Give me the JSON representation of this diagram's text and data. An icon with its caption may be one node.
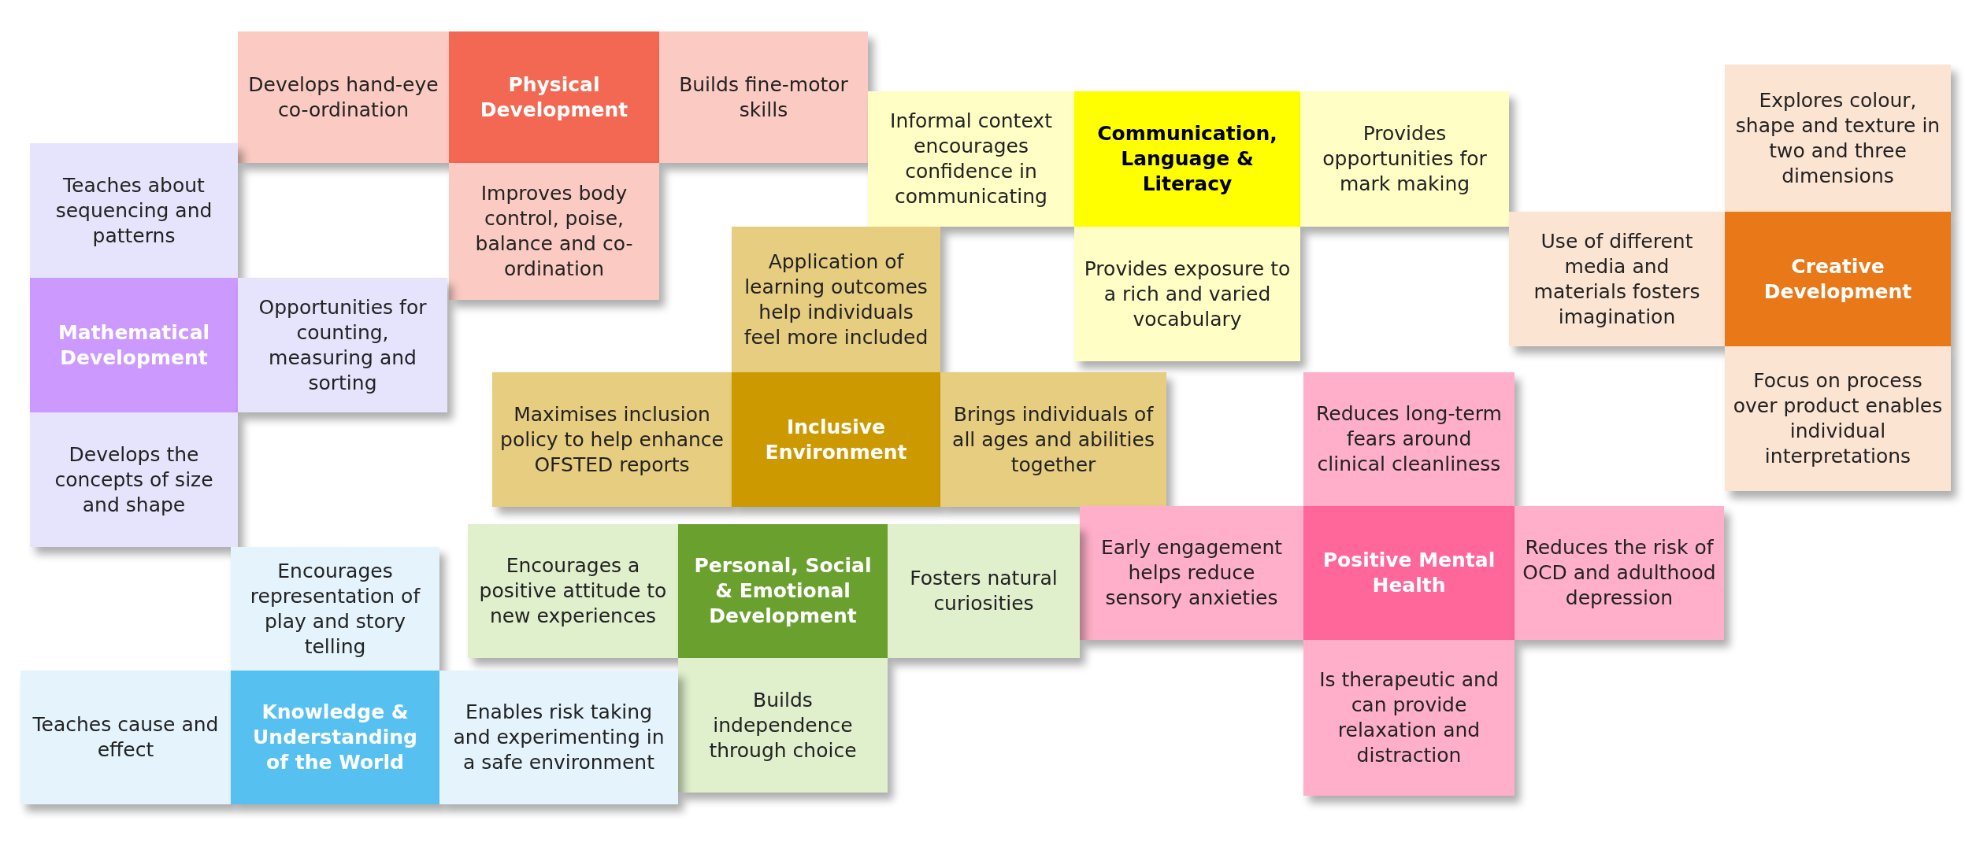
{
  "diagram": {
    "nodes": [
      {
        "text": [
          "Develops hand-eye co-ordination"
        ]
      },
      {
        "text": [
          "Physical Development"
        ]
      },
      {
        "text": [
          "Builds fine-motor skills"
        ]
      },
      {
        "text": [
          "Improves body control, poise, balance and co-ordination"
        ]
      },
      {
        "text": [
          "Teaches about sequencing and patterns"
        ]
      },
      {
        "text": [
          "Mathematical Development"
        ]
      },
      {
        "text": [
          "Opportunities for counting, measuring and sorting"
        ]
      },
      {
        "text": [
          "Develops the concepts of size and shape"
        ]
      },
      {
        "text": [
          "Informal context encourages confidence in communicating"
        ]
      },
      {
        "text": [
          "Communication, Language & Literacy"
        ]
      },
      {
        "text": [
          "Provides opportunities for mark making"
        ]
      },
      {
        "text": [
          "Provides exposure to a rich and varied vocabulary"
        ]
      },
      {
        "text": [
          "Explores colour, shape and texture in two and three dimensions"
        ]
      },
      {
        "text": [
          "Use of different media and materials fosters imagination"
        ]
      },
      {
        "text": [
          "Creative Development"
        ]
      },
      {
        "text": [
          "Focus on process over product enables individual interpretations"
        ]
      },
      {
        "text": [
          "Application of learning outcomes help individuals feel more included"
        ]
      },
      {
        "text": [
          "Maximises inclusion policy to help enhance OFSTED reports"
        ]
      },
      {
        "text": [
          "Inclusive Environment"
        ]
      },
      {
        "text": [
          "Brings individuals of all ages and abilities together"
        ]
      },
      {
        "text": [
          "Reduces long-term fears around clinical cleanliness"
        ]
      },
      {
        "text": [
          "Early engagement helps reduce sensory anxieties"
        ]
      },
      {
        "text": [
          "Positive Mental Health"
        ]
      },
      {
        "text": [
          "Reduces the risk of OCD and adulthood depression"
        ]
      },
      {
        "text": [
          "Is therapeutic and can provide relaxation and distraction"
        ]
      },
      {
        "text": [
          "Encourages a positive attitude to new experiences"
        ]
      },
      {
        "text": [
          "Personal, Social & Emotional Development"
        ]
      },
      {
        "text": [
          "Fosters natural curiosities"
        ]
      },
      {
        "text": [
          "Builds independence through choice"
        ]
      },
      {
        "text": [
          "Encourages representation of play and story telling"
        ]
      },
      {
        "text": [
          "Teaches cause and effect"
        ]
      },
      {
        "text": [
          "Knowledge & Understanding of the World"
        ]
      },
      {
        "text": [
          "Enables risk taking and experimenting in a safe environment"
        ]
      }
    ]
  }
}
